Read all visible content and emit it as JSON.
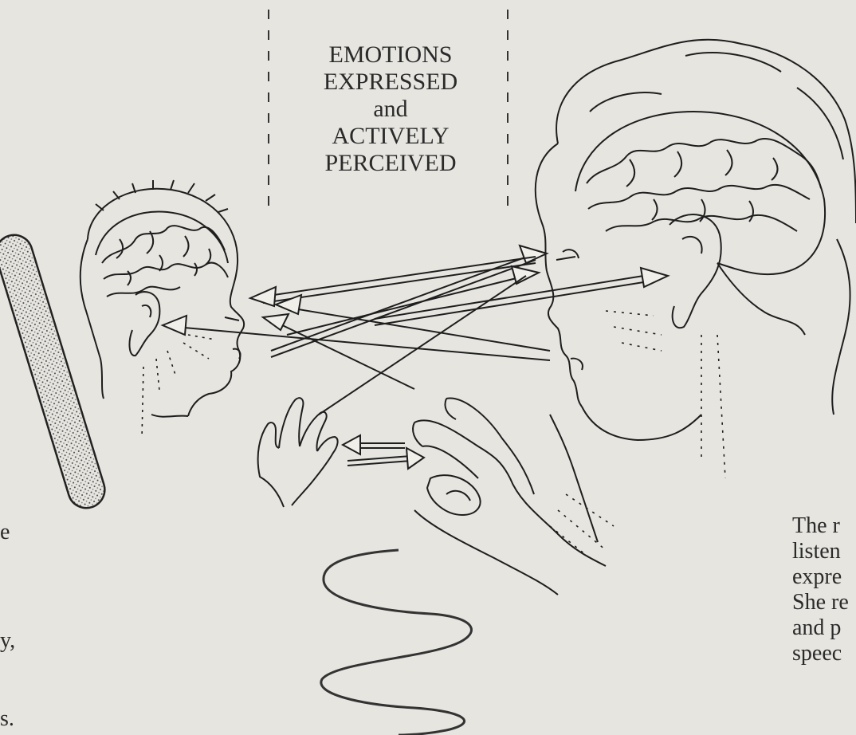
{
  "caption": {
    "line1": "EMOTIONS",
    "line2": "EXPRESSED",
    "line3": "and",
    "line4": "ACTIVELY",
    "line5": "PERCEIVED"
  },
  "right_text": {
    "lines": [
      "The r",
      "listen",
      "expre",
      "She re",
      "and p",
      "speec"
    ]
  },
  "left_text": {
    "lines": [
      "e",
      "y,",
      "s."
    ]
  },
  "figures": {
    "infant_brain_icon": "infant-head-brain",
    "mother_brain_icon": "mother-head-brain"
  },
  "colors": {
    "background": "#e6e5e0",
    "ink": "#1e1e1e"
  }
}
